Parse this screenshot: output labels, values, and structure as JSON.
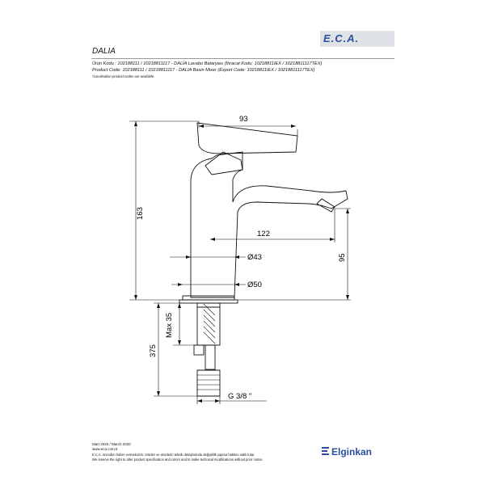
{
  "header": {
    "brand_logo": "E.C.A.",
    "product_name": "DALIA",
    "code_tr": "Ürün Kodu : 102188111 / 10218811117 - DALİA Lavabo Bataryası (İhracat Kodu: 10218811IEX / 10218811117TEX)",
    "code_en": "Product Code: 102188111 / 10218811117 - DALIA Basin Mixer (Export Code: 10218811IEX / 10218811117TEX)",
    "note": "*Localisation product codes are available."
  },
  "drawing": {
    "dim_93": "93",
    "dim_163": "163",
    "dim_122": "122",
    "dim_95": "95",
    "dim_d43": "Ø43",
    "dim_d50": "Ø50",
    "dim_max35": "Max 35",
    "dim_375": "375",
    "dim_thread": "G 3/8 \""
  },
  "footer": {
    "date": "Mart 2020 / March 2020",
    "website": "www.eca.com.tr",
    "disclaimer_tr": "E.C.A. önceden haber vermeksizin, ürünler ve ürünlerin teknik detaylarında değişiklik yapma hakkını saklı tutar.",
    "disclaimer_en": "We reserve the right to alter product specification and colors and to make technical modifications without prior notice.",
    "company": "Elginkan"
  },
  "colors": {
    "brand_blue": "#2b4fa0",
    "logo_bg": "#dfe3e8"
  }
}
